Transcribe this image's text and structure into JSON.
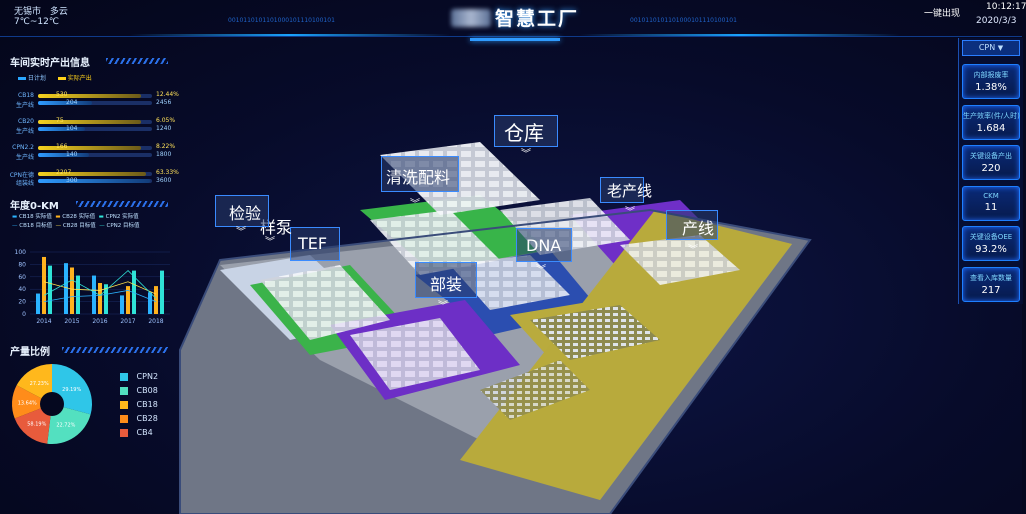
{
  "header": {
    "city": "无锡市",
    "weather": "多云",
    "temp": "7℃~12℃",
    "title": "智慧工厂",
    "one_click": "一键出现",
    "time": "10:12:17",
    "date": "2020/3/3",
    "binary": "0010110101101000101110100101"
  },
  "workshop": {
    "title": "车间实时产出信息",
    "legend": [
      "日计划",
      "实际产出"
    ],
    "rows": [
      {
        "name1": "CB18",
        "name2": "生产线",
        "plan_label": "530",
        "actual_label": "204",
        "pct": "12.44%",
        "total": "2456",
        "plan": 0.9,
        "actual": 0.12
      },
      {
        "name1": "CB20",
        "name2": "生产线",
        "plan_label": "75",
        "actual_label": "104",
        "pct": "6.05%",
        "total": "1240",
        "plan": 0.9,
        "actual": 0.06
      },
      {
        "name1": "CPN2.2",
        "name2": "生产线",
        "plan_label": "166",
        "actual_label": "140",
        "pct": "8.22%",
        "total": "1800",
        "plan": 0.9,
        "actual": 0.1
      },
      {
        "name1": "CPN在德",
        "name2": "组装线",
        "plan_label": "2207",
        "actual_label": "300",
        "pct": "63.33%",
        "total": "3600",
        "plan": 0.95,
        "actual": 0.63
      }
    ]
  },
  "annual": {
    "title": "年度0-KM",
    "legend": [
      "CB18 实际值",
      "CB28 实际值",
      "CPN2 实际值",
      "CB18 目标值",
      "CB28 目标值",
      "CPN2 目标值"
    ]
  },
  "chart_data": {
    "type": "bar",
    "categories": [
      "2014",
      "2015",
      "2016",
      "2017",
      "2018"
    ],
    "ylim": [
      0,
      100
    ],
    "yticks": [
      0,
      20,
      40,
      60,
      80,
      100
    ],
    "series": [
      {
        "name": "CB18 实际值",
        "values": [
          33,
          82,
          62,
          30,
          35
        ],
        "color": "#2bb3ff"
      },
      {
        "name": "CB28 实际值",
        "values": [
          92,
          75,
          50,
          45,
          45
        ],
        "color": "#ffb21e"
      },
      {
        "name": "CPN2 实际值",
        "values": [
          78,
          62,
          48,
          70,
          70
        ],
        "color": "#2fe3d8"
      }
    ],
    "lines": [
      {
        "name": "CB18 目标值",
        "values": [
          20,
          28,
          30,
          38,
          20
        ],
        "color": "#2bb3ff"
      },
      {
        "name": "CB28 目标值",
        "values": [
          52,
          40,
          38,
          52,
          32
        ],
        "color": "#ffe14a"
      },
      {
        "name": "CPN2 目标值",
        "values": [
          30,
          55,
          30,
          70,
          25
        ],
        "color": "#2fe3d8"
      }
    ]
  },
  "output_ratio": {
    "title": "产量比例",
    "slices": [
      {
        "name": "CPN2",
        "value": 29.19,
        "label": "29.19%",
        "color": "#2fc6e8"
      },
      {
        "name": "CB08",
        "value": 22.72,
        "label": "22.72%",
        "color": "#53e0c0"
      },
      {
        "name": "CB18",
        "value": 17.19,
        "label": "58.19%",
        "color": "#e85b3c"
      },
      {
        "name": "CB28",
        "value": 13.64,
        "label": "13.64%",
        "color": "#ff8c1a"
      },
      {
        "name": "CB4",
        "value": 17.26,
        "label": "27.23%",
        "color": "#ffb81c"
      }
    ],
    "legend_colors": [
      "#2fc6e8",
      "#53e0c0",
      "#ffb81c",
      "#ff8c1a",
      "#e85b3c"
    ]
  },
  "right_panel": {
    "selector": "CPN",
    "metrics": [
      {
        "label": "内部报废率",
        "value": "1.38%"
      },
      {
        "label": "生产效率(件/人时)",
        "value": "1.684"
      },
      {
        "label": "关键设备产出",
        "value": "220"
      },
      {
        "label": "CKM",
        "value": "11"
      },
      {
        "label": "关键设备OEE",
        "value": "93.2%"
      },
      {
        "label": "查看入库数量",
        "value": "217"
      }
    ]
  },
  "map_labels": [
    "仓库",
    "清洗配料",
    "老产线",
    "产线",
    "DNA",
    "TEF",
    "部装",
    "样泵",
    "检验"
  ]
}
